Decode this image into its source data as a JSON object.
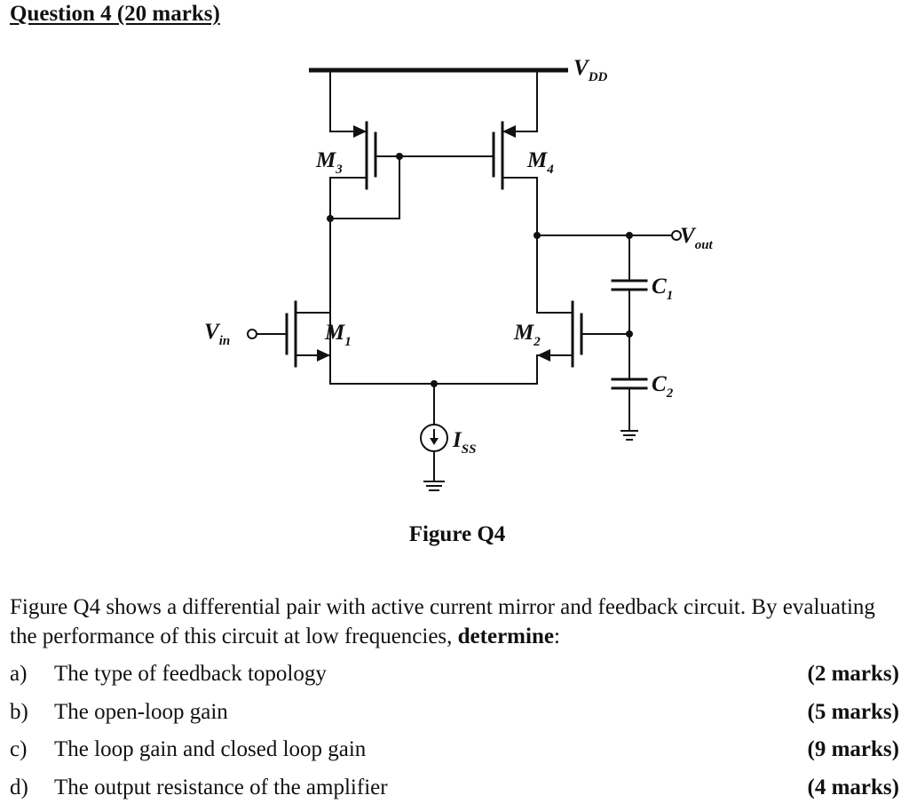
{
  "question": {
    "title": "Question 4 (20 marks)"
  },
  "figure": {
    "caption": "Figure Q4",
    "labels": {
      "vdd_main": "V",
      "vdd_sub": "DD",
      "m3_main": "M",
      "m3_sub": "3",
      "m4_main": "M",
      "m4_sub": "4",
      "m1_main": "M",
      "m1_sub": "1",
      "m2_main": "M",
      "m2_sub": "2",
      "vout_main": "V",
      "vout_sub": "out",
      "vin_main": "V",
      "vin_sub": "in",
      "c1_main": "C",
      "c1_sub": "1",
      "c2_main": "C",
      "c2_sub": "2",
      "iss_main": "I",
      "iss_sub": "SS"
    }
  },
  "description": {
    "text": "Figure Q4 shows a differential pair with active current mirror and feedback circuit. By evaluating the performance of this circuit at low frequencies, ",
    "emphasis": "determine",
    "suffix": ":"
  },
  "parts": [
    {
      "letter": "a)",
      "text": "The type of feedback topology",
      "marks": "(2 marks)"
    },
    {
      "letter": "b)",
      "text": "The open-loop gain",
      "marks": "(5 marks)"
    },
    {
      "letter": "c)",
      "text": "The loop gain and closed loop gain",
      "marks": "(9 marks)"
    },
    {
      "letter": "d)",
      "text": "The output resistance of the amplifier",
      "marks": "(4 marks)"
    }
  ]
}
